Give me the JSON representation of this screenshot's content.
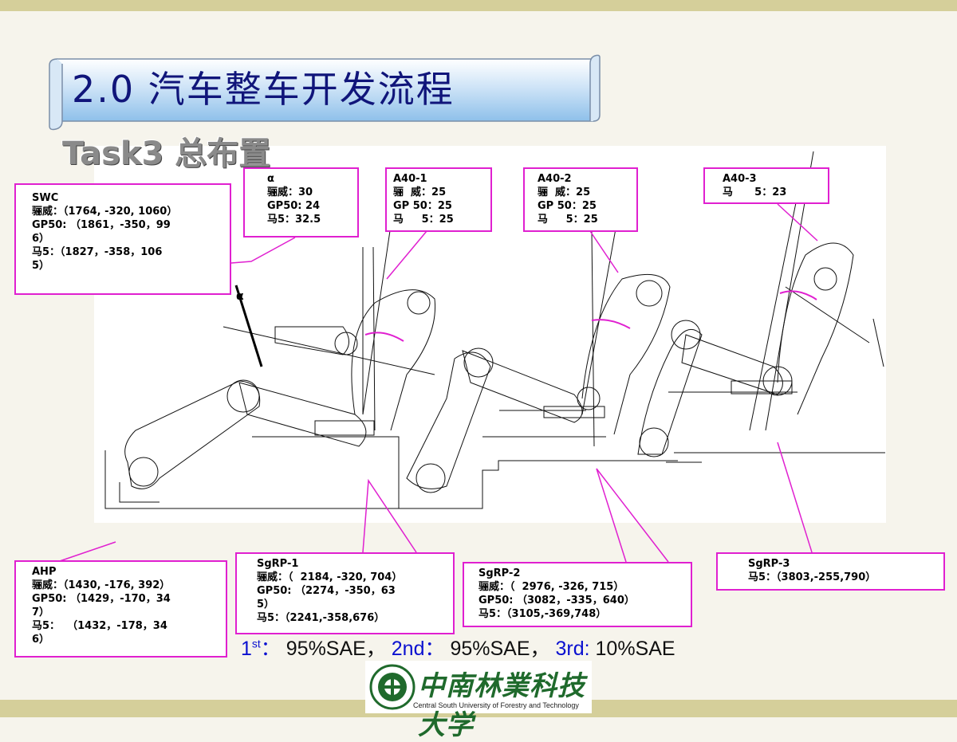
{
  "title": "2.0  汽车整车开发流程",
  "task": "Task3  总布置",
  "callouts": {
    "swc": "SWC\n骊威：（1764, -320, 1060）\nGP50: （1861，-350，99\n6）\n马5：（1827，-358，106\n5）",
    "alpha": "α\n骊威：30\nGP50: 24\n马5：32.5",
    "a40_1": "A40-1\n骊  威：25\nGP 50：25\n马     5：25",
    "a40_2": "A40-2\n骊  威：25\nGP 50：25\n马     5：25",
    "a40_3": "A40-3\n马      5：23",
    "ahp": "AHP\n骊威：（1430, -176, 392）\nGP50: （1429，-170，34\n7）\n马5：  （1432，-178，34\n6）",
    "sgrp1": "SgRP-1\n骊威：（  2184, -320, 704）\nGP50: （2274，-350，63\n5）\n马5：（2241,-358,676）",
    "sgrp2": "SgRP-2\n骊威：（  2976, -326, 715）\nGP50: （3082，-335，640）\n马5：（3105,-369,748）",
    "sgrp3": "SgRP-3\n马5：（3803,-255,790）"
  },
  "drawing_label": "α",
  "footer": {
    "first": "1",
    "first_sup": "st",
    "first_sep": "：",
    "first_val": "95%SAE，",
    "second": "2nd：",
    "second_val": "95%SAE，",
    "third": "3rd:",
    "third_val": "10%SAE"
  },
  "logo": {
    "chinese": "中南林業科技大学",
    "english": "Central South University of Forestry and Technology"
  },
  "colors": {
    "accent": "#e020d0",
    "title": "#10157a",
    "footer_blue": "#0a10d0",
    "bar": "#d5cf9a"
  }
}
